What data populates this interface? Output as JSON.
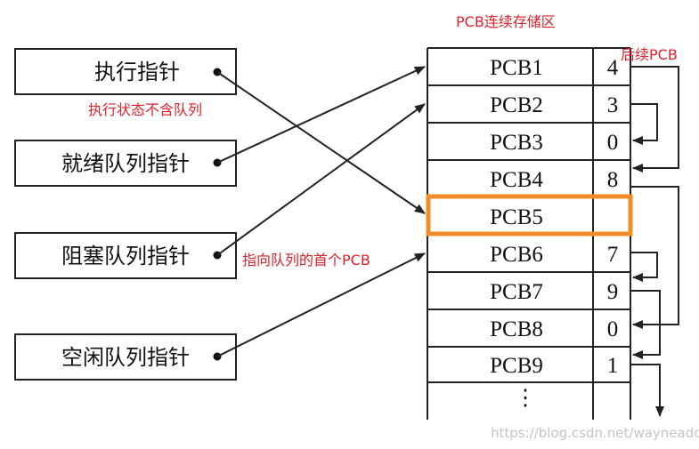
{
  "title": "PCB连续存储区",
  "annotations": {
    "next_pcb": "后续PCB",
    "running_note": "执行状态不含队列",
    "head_note": "指向队列的首个PCB"
  },
  "pointers": [
    {
      "label": "执行指针"
    },
    {
      "label": "就绪队列指针"
    },
    {
      "label": "阻塞队列指针"
    },
    {
      "label": "空闲队列指针"
    }
  ],
  "pcbs": [
    {
      "name": "PCB1",
      "next": "4"
    },
    {
      "name": "PCB2",
      "next": "3"
    },
    {
      "name": "PCB3",
      "next": "0"
    },
    {
      "name": "PCB4",
      "next": "8"
    },
    {
      "name": "PCB5",
      "next": ""
    },
    {
      "name": "PCB6",
      "next": "7"
    },
    {
      "name": "PCB7",
      "next": "9"
    },
    {
      "name": "PCB8",
      "next": "0"
    },
    {
      "name": "PCB9",
      "next": "1"
    }
  ],
  "ellipsis": "⋮",
  "highlighted_pcb": "PCB5",
  "highlight_color": "#f28c28",
  "annotation_color": "#e0202a",
  "watermark": "https://blog.csdn.net/wayneaddv"
}
